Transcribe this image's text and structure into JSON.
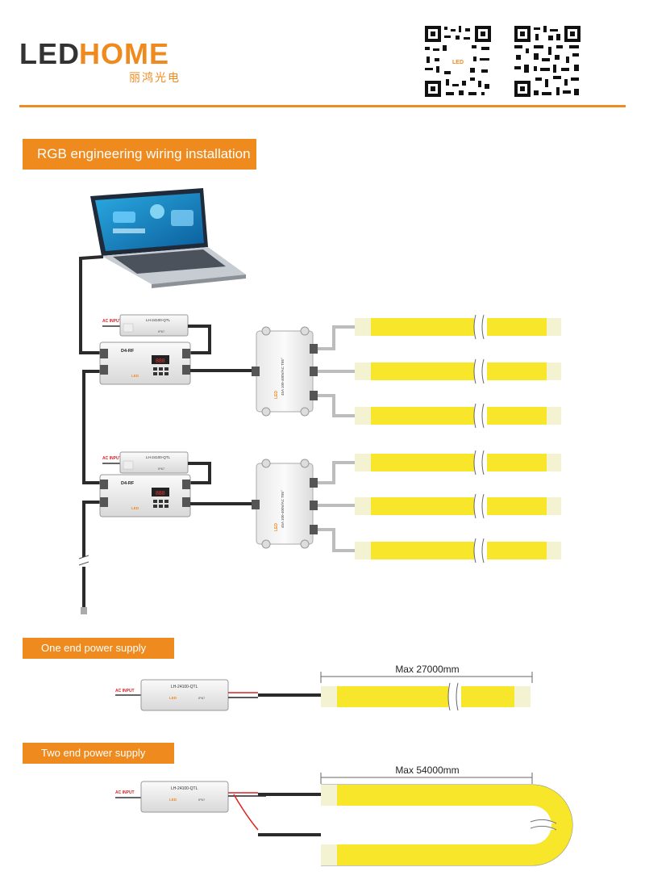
{
  "header": {
    "logo_led": "LED",
    "logo_home": "HOME",
    "logo_cn": "丽鸿光电",
    "qr_codes": [
      "qr-code-icon",
      "qr-code-icon"
    ]
  },
  "sections": {
    "rgb_title": "RGB engineering wiring installation",
    "one_end_title": "One end power supply",
    "two_end_title": "Two end power supply"
  },
  "labels": {
    "ac_input": "AC INPUT",
    "psu_model": "LH-24100-QTL",
    "controller_model": "D4-RF",
    "controller_display": "888",
    "ip67": "IP67",
    "junction_rating": "45A 100-400V/AC T85°",
    "max_one_end": "Max 27000mm",
    "max_two_end": "Max 54000mm"
  },
  "colors": {
    "accent": "#ef8a1e",
    "strip_yellow": "#f7e62a",
    "strip_cap": "#f3f3d2",
    "cable": "#2b2b2b"
  }
}
